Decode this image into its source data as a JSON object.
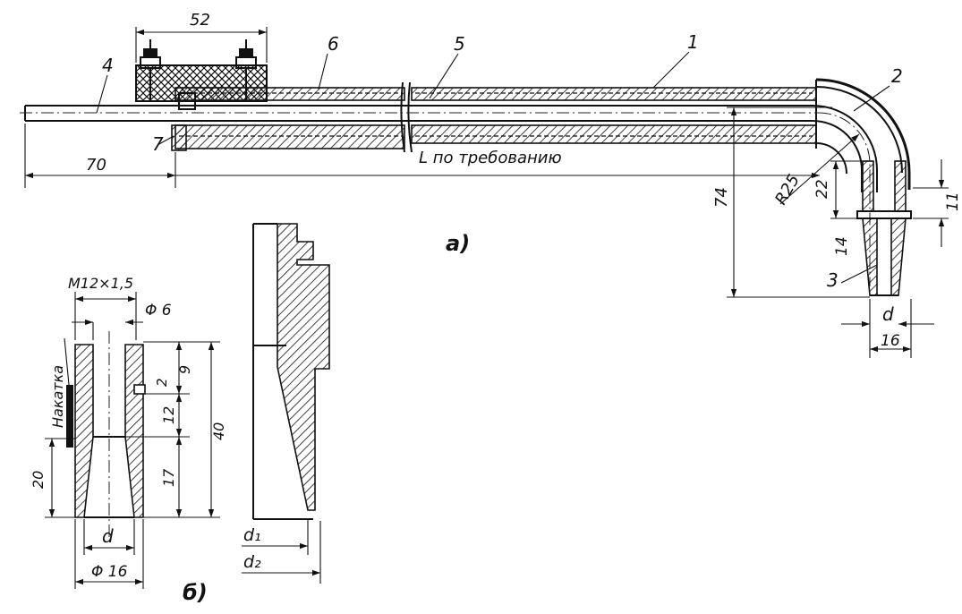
{
  "diagram": {
    "part_a": {
      "caption": "а)",
      "callouts": [
        "1",
        "2",
        "3",
        "4",
        "5",
        "6",
        "7"
      ],
      "dims": {
        "clamp": "52",
        "left_end": "70",
        "length": "L по требованию",
        "bend_radius": "R25",
        "drop": "74",
        "nozzle_a": "22",
        "nozzle_b": "14",
        "nozzle_c": "11",
        "tip_d": "d",
        "tip_width": "16"
      }
    },
    "part_b": {
      "caption": "б)",
      "thread": "M12×1,5",
      "bore": "Φ 6",
      "knurl": "Накатка",
      "dims": {
        "top": "9",
        "groove": "2",
        "mid": "12",
        "low": "17",
        "total": "40",
        "knurl_len": "20",
        "inner_d": "d",
        "outer_d": "Φ 16",
        "d1": "d₁",
        "d2": "d₂"
      }
    }
  }
}
